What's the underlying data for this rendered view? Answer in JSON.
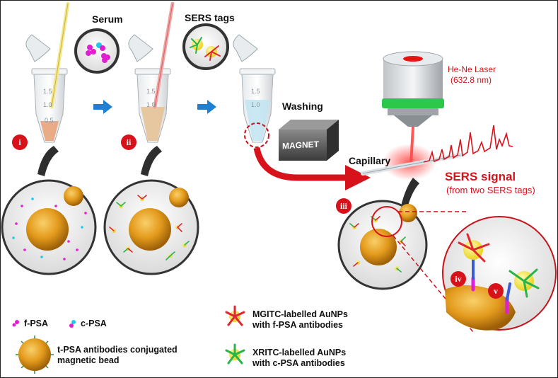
{
  "steps": {
    "serum": "Serum",
    "sers_tags": "SERS tags",
    "washing": "Washing",
    "magnet": "MAGNET",
    "capillary": "Capillary"
  },
  "laser": {
    "name": "He-Ne Laser",
    "wavelength": "(632.8 nm)"
  },
  "signal": {
    "title": "SERS signal",
    "subtitle": "(from two SERS tags)"
  },
  "markers": [
    "i",
    "ii",
    "iii",
    "iv",
    "v"
  ],
  "tube_scale": [
    "1.5",
    "1.0",
    "0.5"
  ],
  "legend": {
    "f_psa": "f-PSA",
    "c_psa": "c-PSA",
    "bead_line1": "t-PSA antibodies conjugated",
    "bead_line2": "magnetic bead",
    "mgitc_line1": "MGITC-labelled AuNPs",
    "mgitc_line2": "with f-PSA antibodies",
    "xritc_line1": "XRITC-labelled AuNPs",
    "xritc_line2": "with c-PSA antibodies"
  },
  "colors": {
    "accent_red": "#d8121a",
    "arrow_blue": "#1f7fd0",
    "bead_gold": "#e3a21f",
    "f_psa_magenta": "#e01fd0",
    "c_psa_cyan": "#22c6e8",
    "laser_green": "#2cc84a"
  }
}
